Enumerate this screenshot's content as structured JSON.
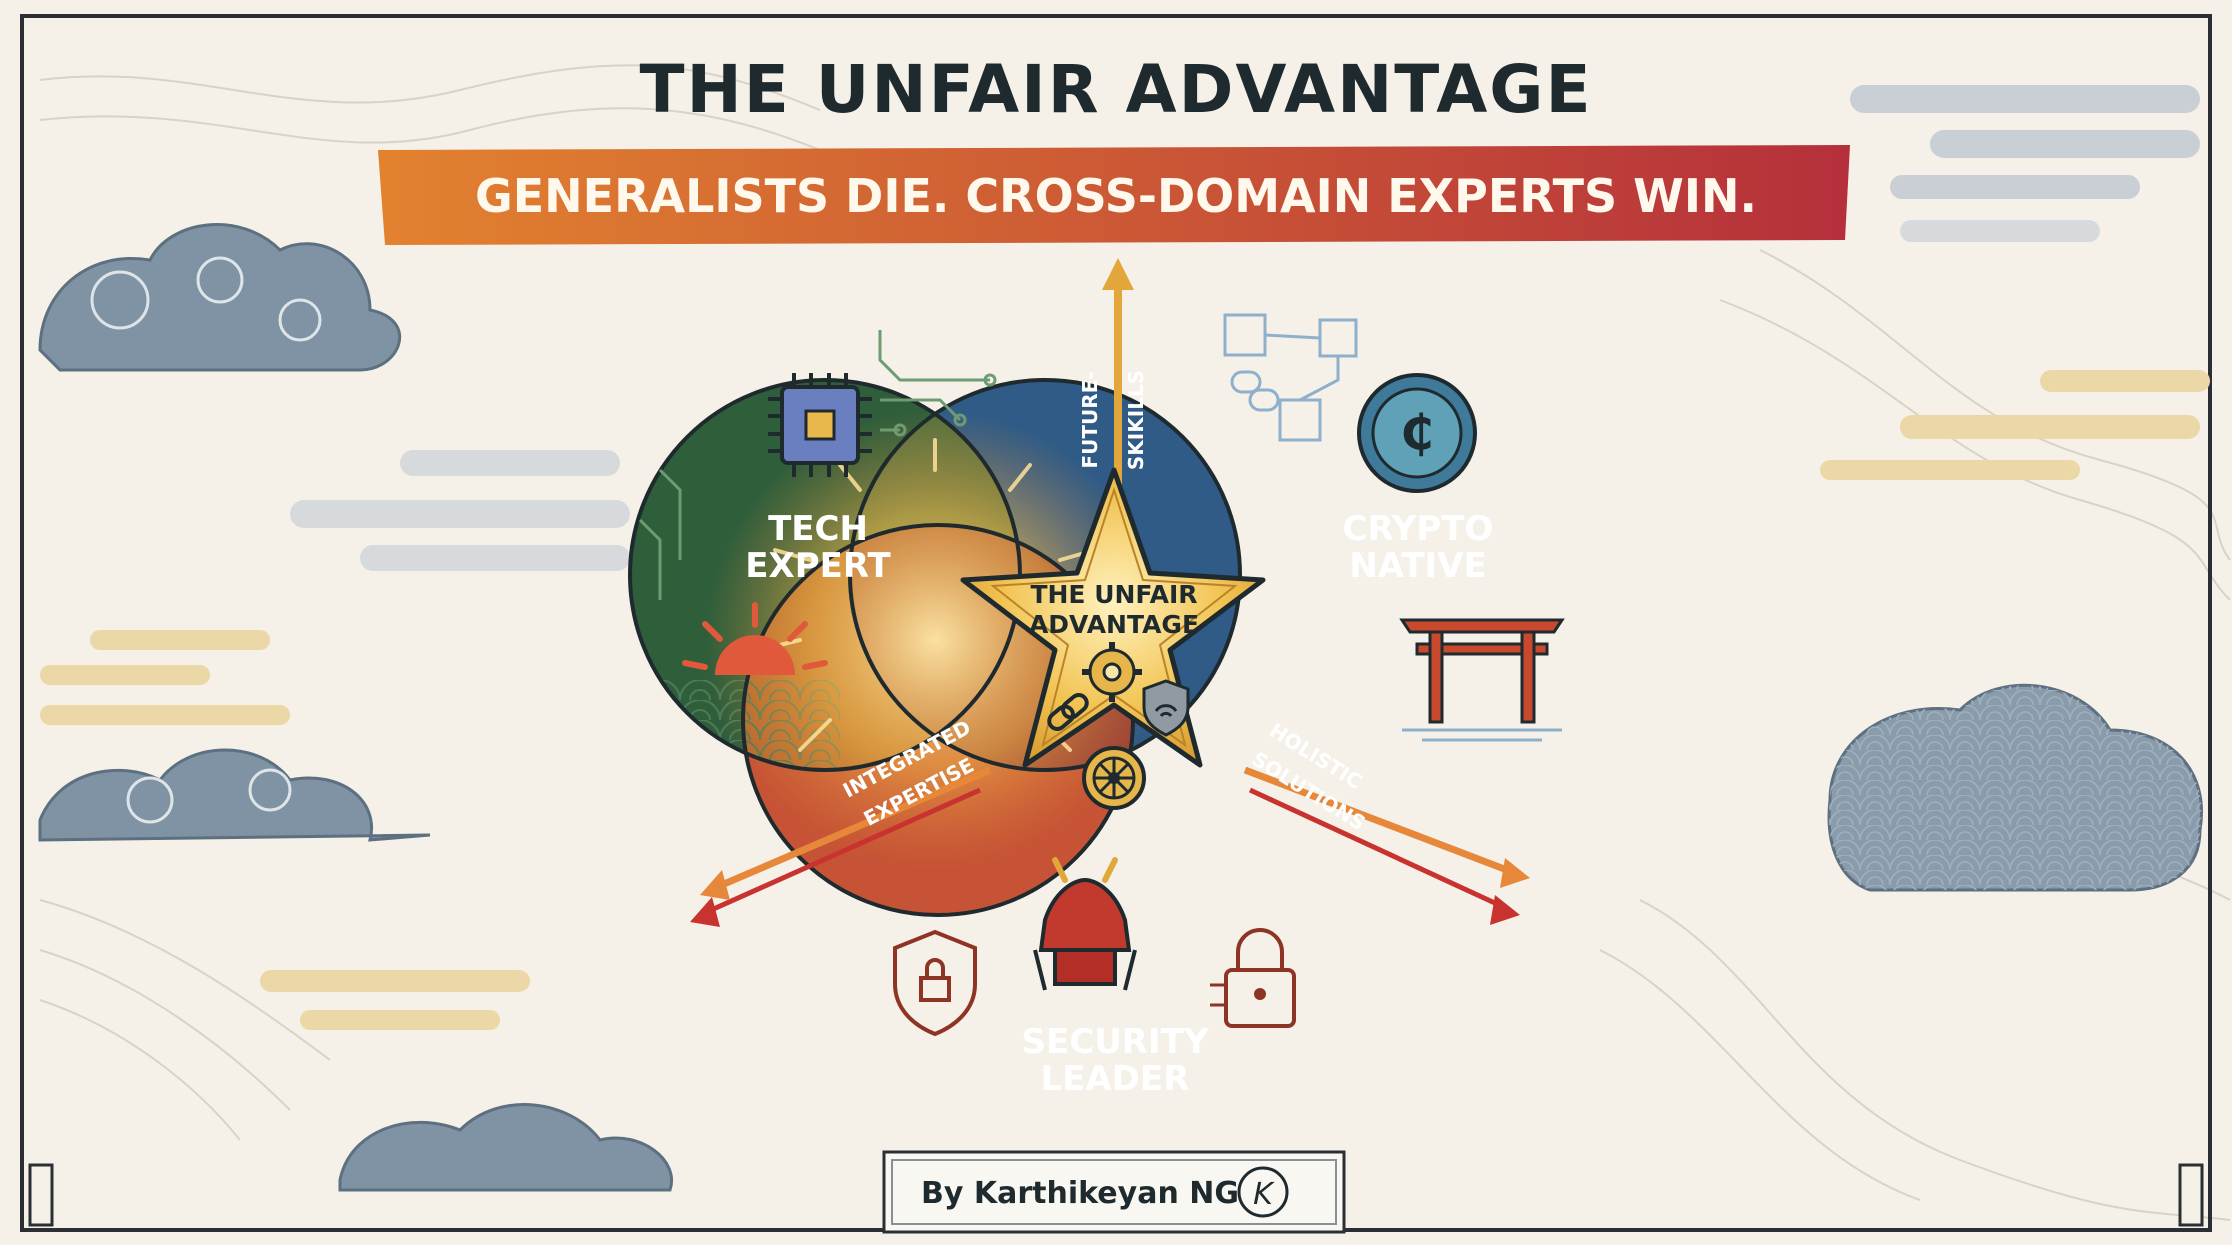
{
  "title": "THE UNFAIR ADVANTAGE",
  "subtitle": "GENERALISTS DIE. CROSS-DOMAIN EXPERTS WIN.",
  "circles": {
    "tech": {
      "line1": "TECH",
      "line2": "EXPERT",
      "color": "#2f5e3b"
    },
    "crypto": {
      "line1": "CRYPTO",
      "line2": "NATIVE",
      "color": "#2f5b86"
    },
    "security": {
      "line1": "SECURITY",
      "line2": "LEADER",
      "color": "#c65335"
    }
  },
  "intersections": {
    "top": {
      "line1": "FUTURE-",
      "line2": "SKIKILLS"
    },
    "left": {
      "line1": "INTEGRATED",
      "line2": "EXPERTISE"
    },
    "right": {
      "line1": "HOLISTIC",
      "line2": "SOLUTIONS"
    }
  },
  "center": {
    "line1": "THE UNFAIR",
    "line2": "ADVANTAGE"
  },
  "footer": {
    "author": "By Karthikeyan NG",
    "logo_letter": "K"
  },
  "icons": [
    "chip-icon",
    "circuit-icon",
    "rising-sun-icon",
    "wave-pattern-icon",
    "blockchain-icon",
    "crypto-coin-icon",
    "torii-gate-icon",
    "shield-lock-icon",
    "samurai-helmet-icon",
    "padlock-icon",
    "gear-icon",
    "chain-icon",
    "shield-wifi-icon",
    "family-crest-icon",
    "cloud-icon",
    "arrow-icon"
  ],
  "colors": {
    "background": "#f5f1e8",
    "ink": "#1e2a2e",
    "banner_start": "#e07a2e",
    "banner_end": "#b8323a",
    "star": "#f0c24a"
  }
}
